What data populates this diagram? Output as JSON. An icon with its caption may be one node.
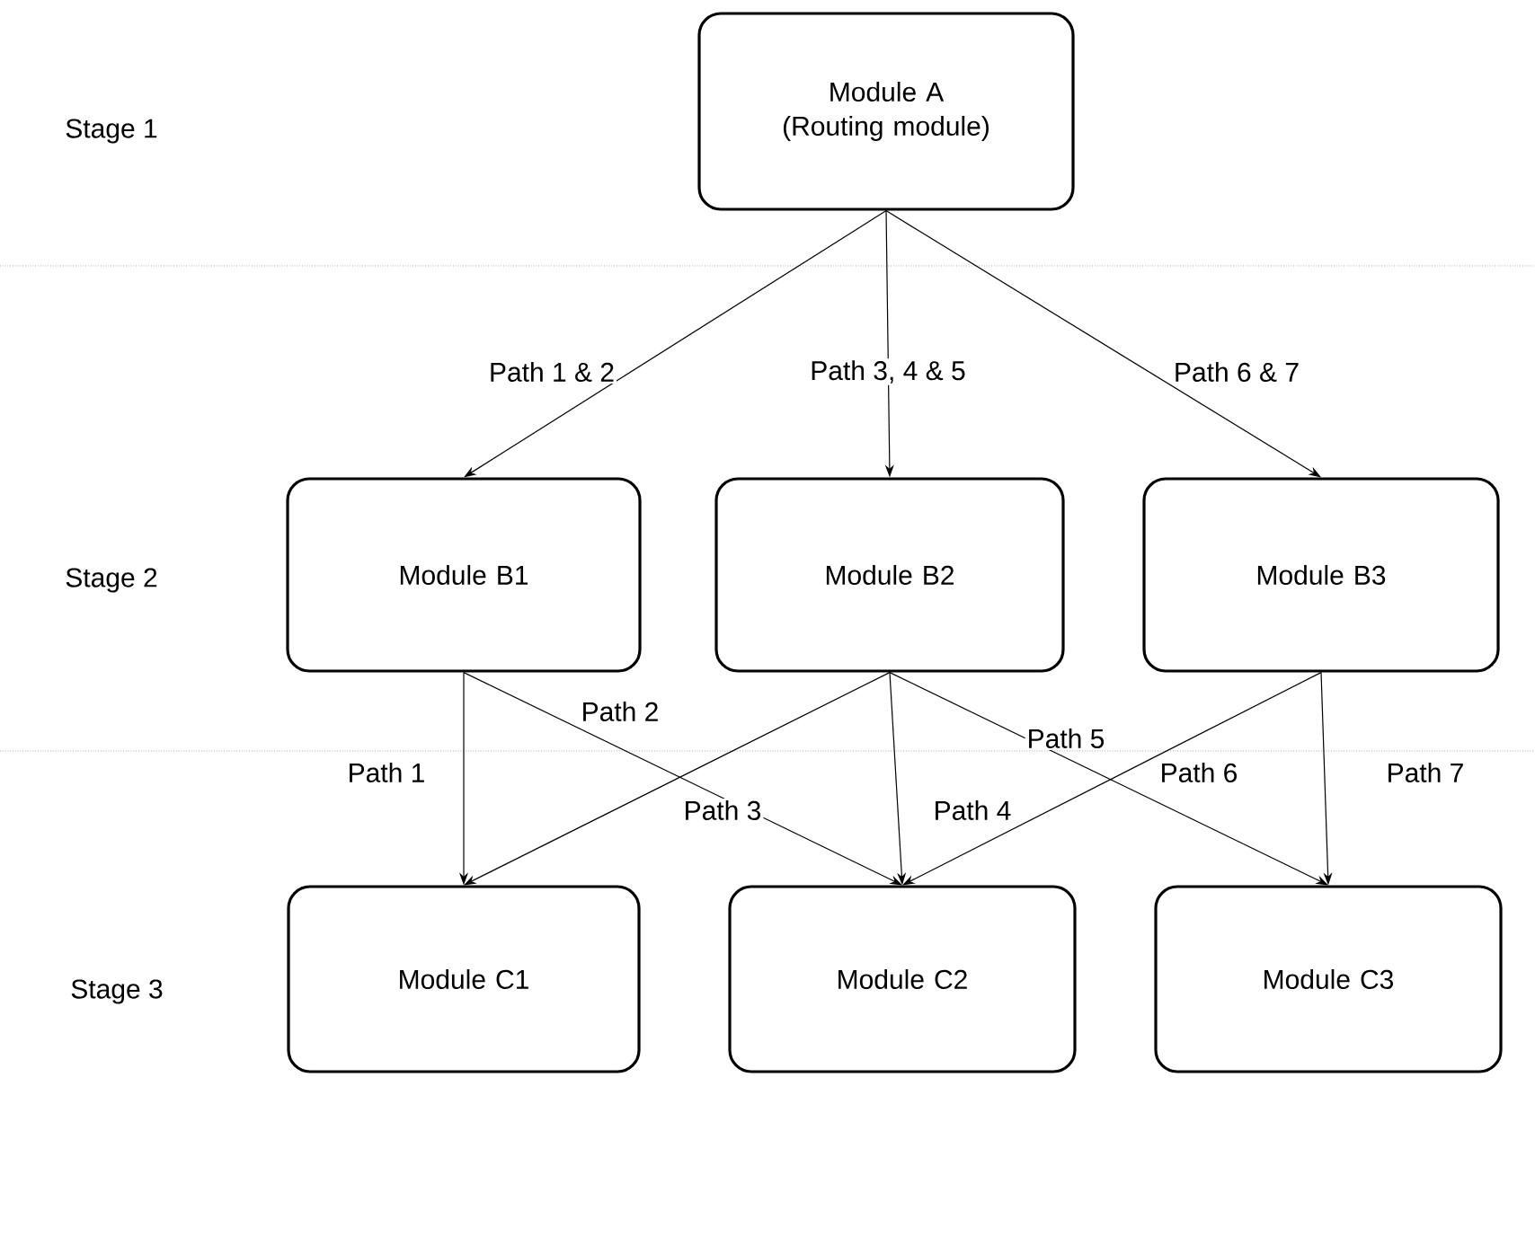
{
  "diagram": {
    "nodes": [
      {
        "text": [
          "Module A (Routing module)"
        ]
      },
      {
        "text": [
          "Module B1"
        ]
      },
      {
        "text": [
          "Module B2"
        ]
      },
      {
        "text": [
          "Module B3"
        ]
      },
      {
        "text": [
          "Module C1"
        ]
      },
      {
        "text": [
          "Module C2"
        ]
      },
      {
        "text": [
          "Module C3"
        ]
      }
    ],
    "edges": [
      {
        "from": 0,
        "to": 1,
        "arrow": "to",
        "label": "Path 1 & 2"
      },
      {
        "from": 0,
        "to": 2,
        "arrow": "to",
        "label": "Path 3, 4 & 5"
      },
      {
        "from": 0,
        "to": 3,
        "arrow": "to",
        "label": "Path 6 & 7"
      },
      {
        "from": 1,
        "to": 4,
        "arrow": "to",
        "label": "Path 1"
      },
      {
        "from": 1,
        "to": 5,
        "arrow": "to",
        "label": "Path 2"
      },
      {
        "from": 2,
        "to": 4,
        "arrow": "to",
        "label": "Path 3"
      },
      {
        "from": 2,
        "to": 5,
        "arrow": "to",
        "label": "Path 4"
      },
      {
        "from": 2,
        "to": 6,
        "arrow": "to",
        "label": "Path 5"
      },
      {
        "from": 3,
        "to": 5,
        "arrow": "to",
        "label": "Path 6"
      },
      {
        "from": 3,
        "to": 6,
        "arrow": "to",
        "label": "Path 7"
      }
    ],
    "labels": [
      "Stage 1",
      "Stage 2",
      "Stage 3"
    ]
  }
}
